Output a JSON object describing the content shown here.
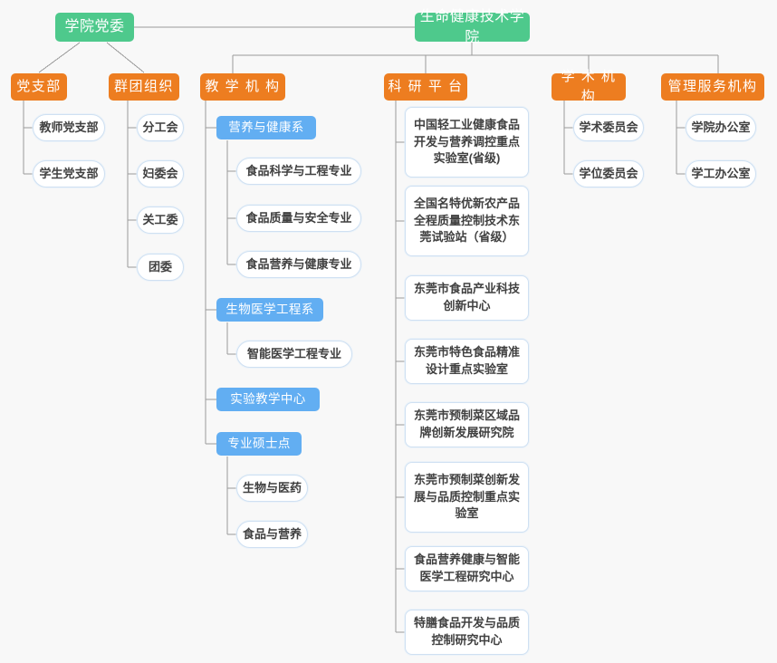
{
  "chart": {
    "type": "org-chart",
    "title_node": "生命健康技术学院",
    "party_root": "学院党委",
    "colors": {
      "root_green": "#4ec98c",
      "category_orange": "#ed7d20",
      "department_blue": "#62aef2",
      "leaf_border": "#cfe0f2",
      "leaf_text": "#404040",
      "connector": "#9a9a9a",
      "background": "#f8f8f8"
    }
  },
  "roots": {
    "party": {
      "label": "学院党委"
    },
    "college": {
      "label": "生命健康技术学院"
    }
  },
  "categories": {
    "party_branch": {
      "label": "党支部"
    },
    "mass_org": {
      "label": "群团组织"
    },
    "teaching": {
      "label": "教 学 机 构"
    },
    "research": {
      "label": "科 研 平 台"
    },
    "academic": {
      "label": "学 术 机 构"
    },
    "admin": {
      "label": "管理服务机构"
    }
  },
  "party_branch_items": [
    {
      "label": "教师党支部"
    },
    {
      "label": "学生党支部"
    }
  ],
  "mass_org_items": [
    {
      "label": "分工会"
    },
    {
      "label": "妇委会"
    },
    {
      "label": "关工委"
    },
    {
      "label": "团委"
    }
  ],
  "teaching_groups": [
    {
      "header": "营养与健康系",
      "items": [
        {
          "label": "食品科学与工程专业"
        },
        {
          "label": "食品质量与安全专业"
        },
        {
          "label": "食品营养与健康专业"
        }
      ]
    },
    {
      "header": "生物医学工程系",
      "items": [
        {
          "label": "智能医学工程专业"
        }
      ]
    },
    {
      "header": "实验教学中心",
      "items": []
    },
    {
      "header": "专业硕士点",
      "items": [
        {
          "label": "生物与医药"
        },
        {
          "label": "食品与营养"
        }
      ]
    }
  ],
  "research_items": [
    {
      "label": "中国轻工业健康食品\n开发与营养调控重点\n实验室(省级)"
    },
    {
      "label": "全国名特优新农产品\n全程质量控制技术东\n莞试验站（省级）"
    },
    {
      "label": "东莞市食品产业科技\n创新中心"
    },
    {
      "label": "东莞市特色食品精准\n设计重点实验室"
    },
    {
      "label": "东莞市预制菜区域品\n牌创新发展研究院"
    },
    {
      "label": "东莞市预制菜创新发\n展与品质控制重点实\n验室"
    },
    {
      "label": "食品营养健康与智能\n医学工程研究中心"
    },
    {
      "label": "特膳食品开发与品质\n控制研究中心"
    }
  ],
  "academic_items": [
    {
      "label": "学术委员会"
    },
    {
      "label": "学位委员会"
    }
  ],
  "admin_items": [
    {
      "label": "学院办公室"
    },
    {
      "label": "学工办公室"
    }
  ]
}
